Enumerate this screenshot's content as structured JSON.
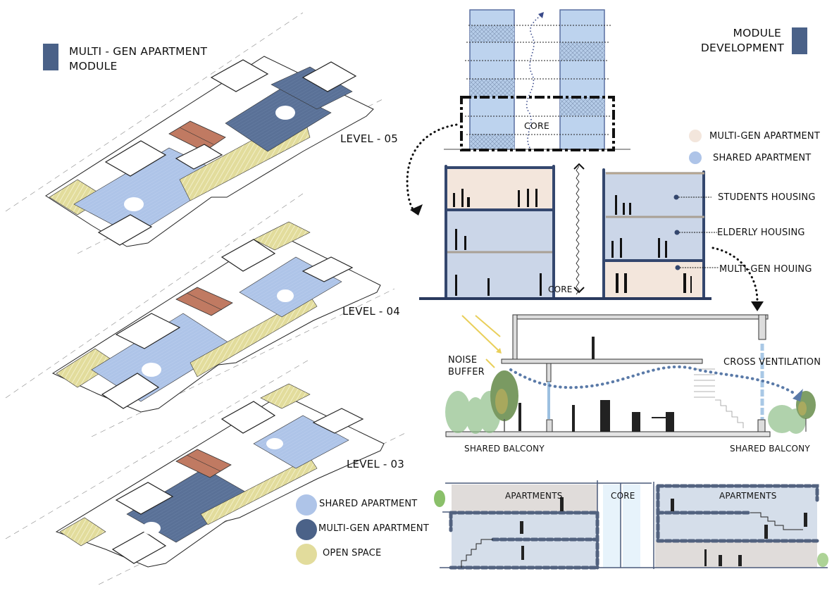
{
  "title_left": {
    "line1": "MULTI - GEN APARTMENT",
    "line2": "MODULE"
  },
  "title_right": {
    "line1": "MODULE",
    "line2": "DEVELOPMENT"
  },
  "levels": [
    {
      "label": "LEVEL - 05",
      "variant": "multi-gen"
    },
    {
      "label": "LEVEL - 04",
      "variant": "shared"
    },
    {
      "label": "LEVEL - 03",
      "variant": "mixed"
    }
  ],
  "plan_legend": [
    {
      "label": "SHARED APARTMENT",
      "color": "#aec4e8"
    },
    {
      "label": "MULTI-GEN APARTMENT",
      "color": "#4b6288"
    },
    {
      "label": "OPEN SPACE",
      "color": "#e2dc9c"
    }
  ],
  "module_diagram": {
    "core_label": "CORE",
    "legend": [
      {
        "label": "MULTI-GEN APARTMENT",
        "color": "#f3e6dc"
      },
      {
        "label": "SHARED APARTMENT",
        "color": "#aec4e8"
      }
    ]
  },
  "section_diagram": {
    "core_label": "CORE",
    "floor_labels": [
      "STUDENTS HOUSING",
      "ELDERLY HOUSING",
      "MULTI-GEN HOUING"
    ]
  },
  "balcony_section": {
    "noise_buffer": {
      "line1": "NOISE",
      "line2": "BUFFER"
    },
    "cross_ventilation": "CROSS VENTILATION",
    "balcony_left": "SHARED BALCONY",
    "balcony_right": "SHARED BALCONY"
  },
  "bottom_section": {
    "apartments_left": "APARTMENTS",
    "core": "CORE",
    "apartments_right": "APARTMENTS"
  },
  "colors": {
    "navy": "#3a4c70",
    "accent_block": "#4a6188",
    "shared_blue": "#aec4e8",
    "multigen_peach": "#f3e6dc",
    "open_space": "#e2dc9c",
    "terracotta": "#c07a62"
  }
}
